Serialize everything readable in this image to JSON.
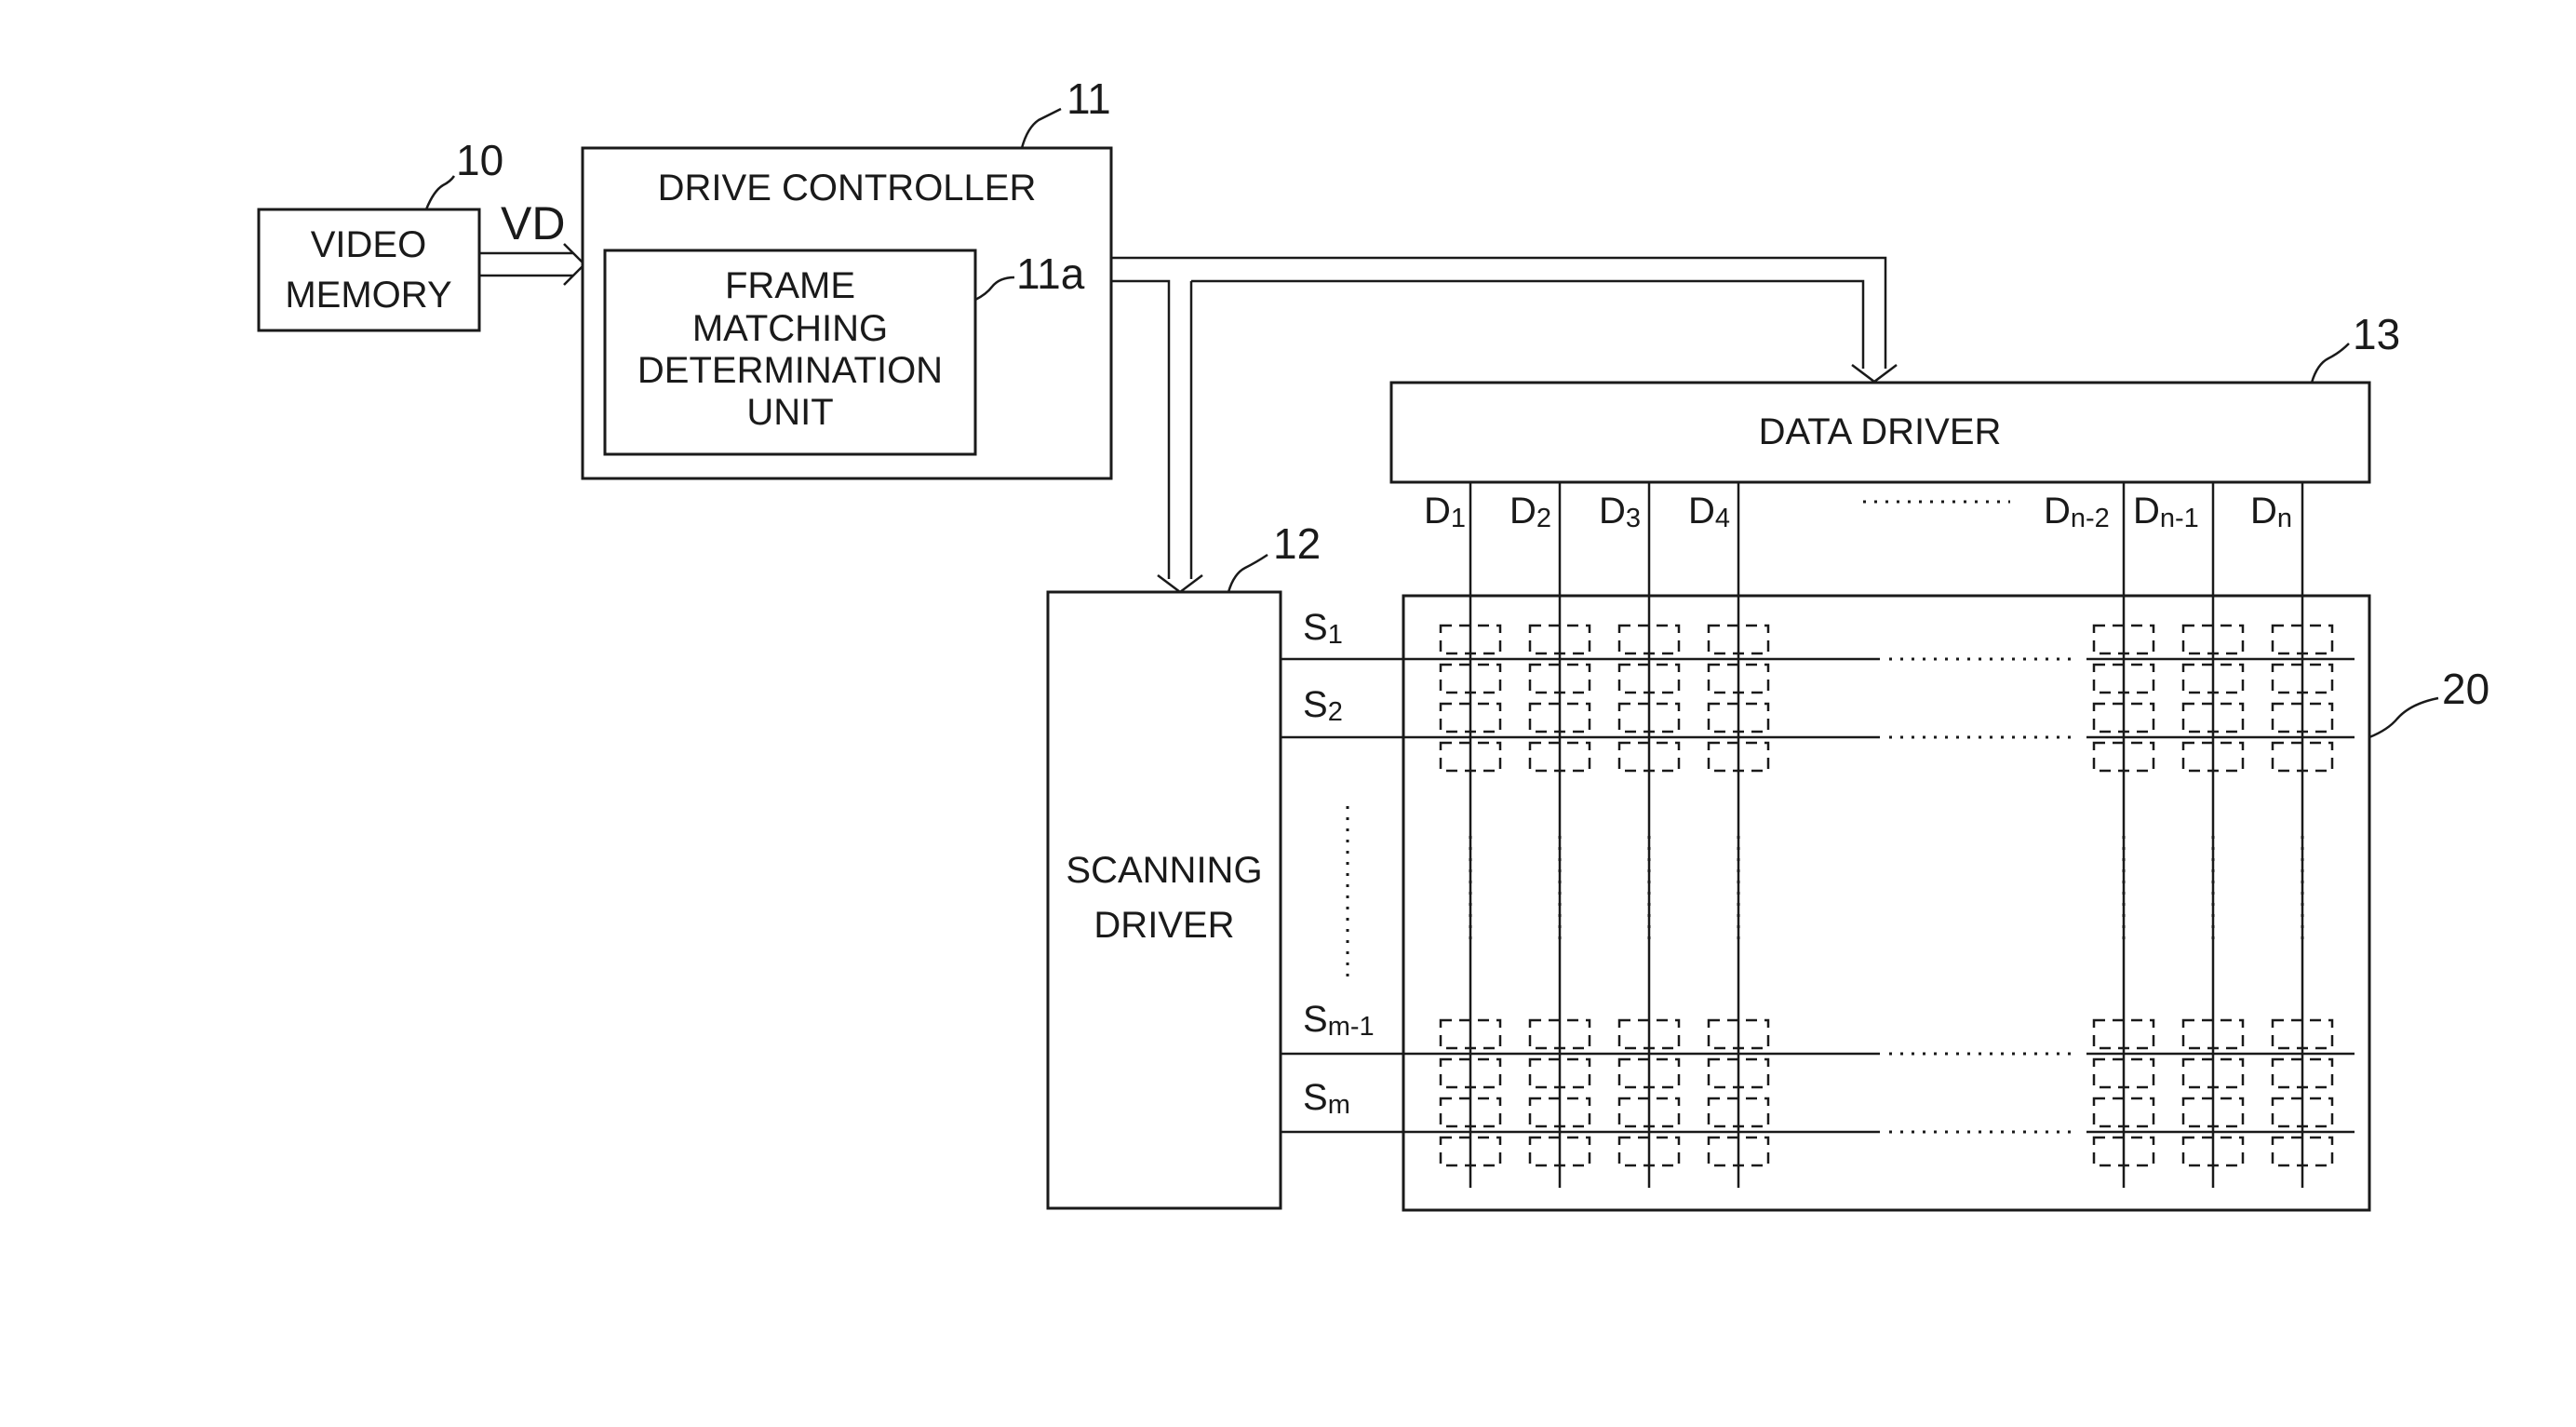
{
  "blocks": {
    "video_memory": {
      "line1": "VIDEO",
      "line2": "MEMORY",
      "ref": "10"
    },
    "drive_controller": {
      "title": "DRIVE CONTROLLER",
      "ref": "11"
    },
    "frame_matching": {
      "line1": "FRAME",
      "line2": "MATCHING",
      "line3": "DETERMINATION",
      "line4": "UNIT",
      "ref": "11a"
    },
    "scanning_driver": {
      "line1": "SCANNING",
      "line2": "DRIVER",
      "ref": "12"
    },
    "data_driver": {
      "title": "DATA DRIVER",
      "ref": "13"
    },
    "panel": {
      "ref": "20"
    }
  },
  "signals": {
    "vd": "VD",
    "data_lines": [
      {
        "base": "D",
        "sub": "1"
      },
      {
        "base": "D",
        "sub": "2"
      },
      {
        "base": "D",
        "sub": "3"
      },
      {
        "base": "D",
        "sub": "4"
      },
      {
        "base": "D",
        "sub": "n-2"
      },
      {
        "base": "D",
        "sub": "n-1"
      },
      {
        "base": "D",
        "sub": "n"
      }
    ],
    "scan_lines": [
      {
        "base": "S",
        "sub": "1"
      },
      {
        "base": "S",
        "sub": "2"
      },
      {
        "base": "S",
        "sub": "m-1"
      },
      {
        "base": "S",
        "sub": "m"
      }
    ]
  }
}
